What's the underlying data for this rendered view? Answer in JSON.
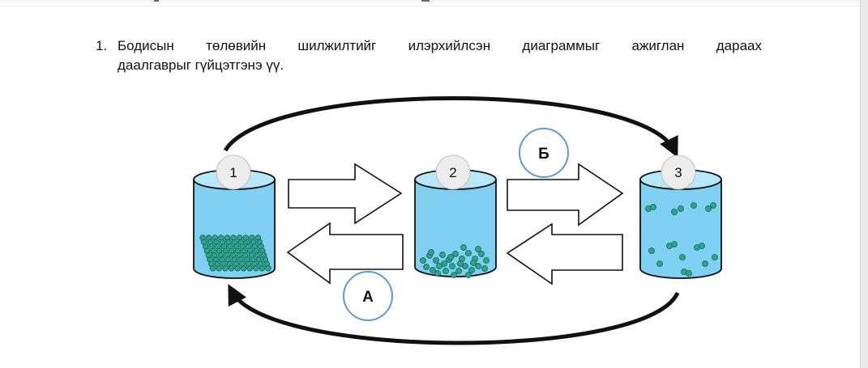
{
  "question": {
    "number": "1.",
    "line1": "Бодисын төлөвийн шилжилтийг илэрхийлсэн диаграммыг ажиглан дараах",
    "line2": "даалгаврыг гүйцэтгэнэ үү."
  },
  "diagram": {
    "containers": [
      {
        "label": "1",
        "state": "solid"
      },
      {
        "label": "2",
        "state": "liquid"
      },
      {
        "label": "3",
        "state": "gas"
      }
    ],
    "transition_labels": {
      "a": "А",
      "b": "Б"
    },
    "colors": {
      "water": "#7fd0f2",
      "water_top": "#b9e7fa",
      "particle": "#2fa48c",
      "particle_edge": "#0f5f4e",
      "outline": "#111111",
      "label_circle_stroke": "#5b9bd5"
    }
  }
}
